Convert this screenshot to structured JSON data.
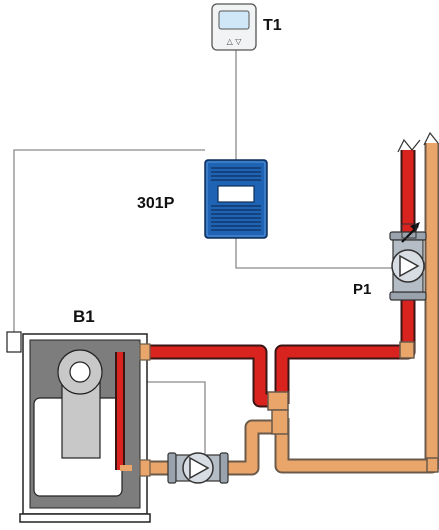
{
  "labels": {
    "thermostat": "T1",
    "controller": "301P",
    "pump": "P1",
    "boiler": "B1"
  },
  "components": {
    "thermostat": {
      "icon": "thermostat-icon",
      "buttons": "△ ▽"
    },
    "controller": {
      "icon": "controller-box-icon"
    },
    "pump_system": {
      "icon": "circulator-pump-icon"
    },
    "pump_boiler": {
      "icon": "circulator-pump-icon"
    },
    "boiler": {
      "icon": "boiler-icon"
    }
  },
  "colors": {
    "supply_pipe": "#d8231f",
    "return_pipe": "#e9a56a",
    "controller": "#1e63b4",
    "boiler_body": "#7d7d7d",
    "wire": "#8a8a8a"
  }
}
